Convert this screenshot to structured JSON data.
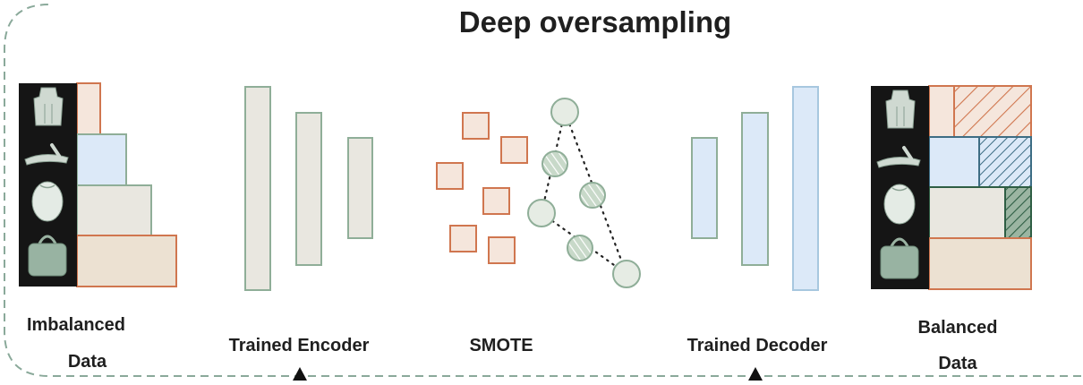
{
  "title": "Deep oversampling",
  "labels": {
    "imbalanced_line1": "Imbalanced",
    "imbalanced_line2": "Data",
    "encoder": "Trained Encoder",
    "smote": "SMOTE",
    "decoder": "Trained Decoder",
    "balanced_line1": "Balanced",
    "balanced_line2": "Data"
  },
  "icons": {
    "class_images": [
      "dress-icon",
      "sandal-icon",
      "shirt-icon",
      "bag-icon"
    ]
  },
  "colors": {
    "class_dress": "#f5e6dc",
    "class_sandal": "#dce9f8",
    "class_shirt": "#e9e7e0",
    "class_bag": "#ece1d2",
    "orange_border": "#d0764f",
    "green_border": "#8fae98",
    "blue_border": "#a7c7df",
    "dashed_border": "#8aa99a",
    "synthetic_fill": "#b4c9b5"
  }
}
